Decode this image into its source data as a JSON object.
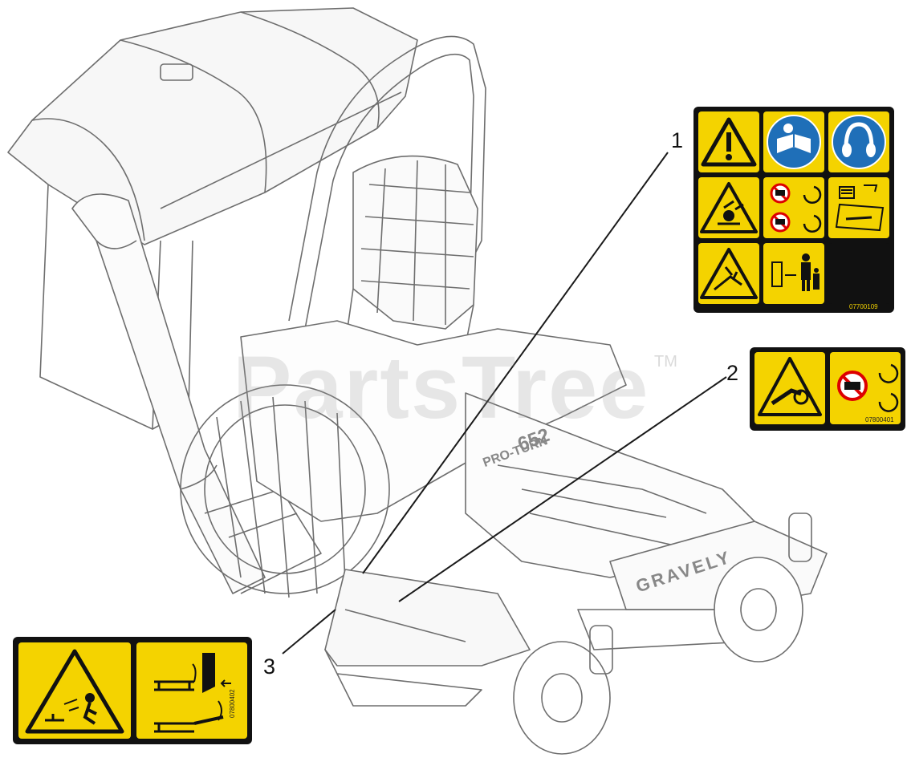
{
  "callouts": {
    "one": "1",
    "two": "2",
    "three": "3"
  },
  "watermark": {
    "text": "PartsTree",
    "tm": "TM"
  },
  "decals": {
    "decal1_code": "07700109",
    "decal2_code": "07800401",
    "decal3_code": "07800402"
  },
  "mower_labels": {
    "brand": "GRAVELY",
    "model": "PRO-TURN",
    "model_number": "652"
  },
  "colors": {
    "decal_yellow": "#f4d300",
    "decal_black": "#111111",
    "mandatory_blue": "#1f6fb8",
    "drawing_gray": "#6e6e6e",
    "dark_line": "#1a1a1a"
  }
}
